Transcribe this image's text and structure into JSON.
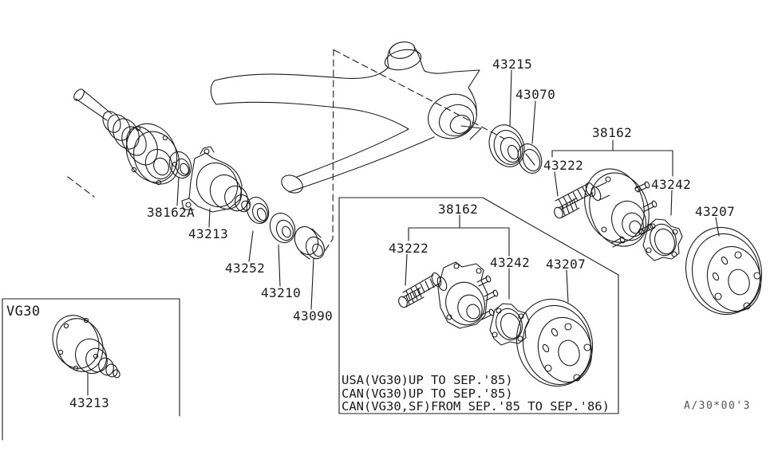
{
  "diagram_title": "Rear axle wheel hub exploded parts diagram",
  "labels": {
    "bearing_43215": "43215",
    "seal_43070": "43070",
    "hub_assy_right": "38162",
    "bolt_right": "43222",
    "flange_right": "43242",
    "drum_right": "43207",
    "locknut_38162A": "38162A",
    "knuckle_43213": "43213",
    "seal_43252": "43252",
    "bearing_43210": "43210",
    "cap_43090": "43090",
    "hub_assy_box": "38162",
    "bolt_box": "43222",
    "flange_box": "43242",
    "drum_box": "43207"
  },
  "applicability_notes": {
    "line1": "USA(VG30)UP TO SEP.'85)",
    "line2": "CAN(VG30)UP TO SEP.'85)",
    "line3": "CAN(VG30,SF)FROM SEP.'85 TO SEP.'86)"
  },
  "inset": {
    "title": "VG30",
    "part_number": "43213"
  },
  "doc_code": "A/30*00'3"
}
